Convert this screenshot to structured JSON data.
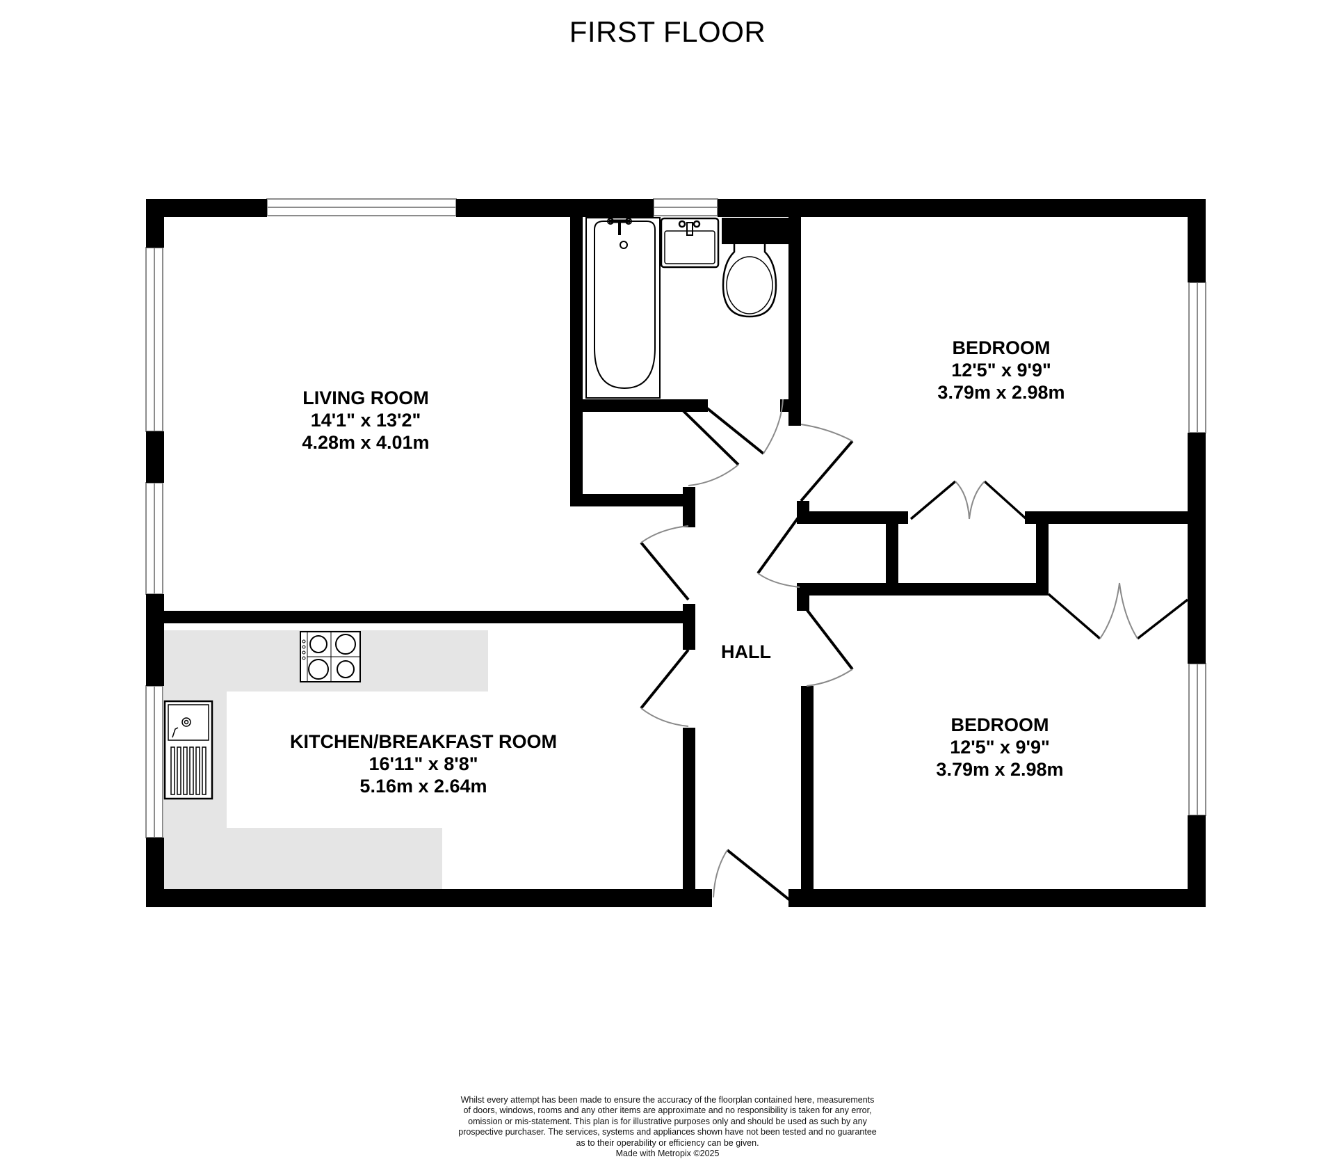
{
  "floor": {
    "title": "FIRST FLOOR"
  },
  "rooms": [
    {
      "id": "living-room",
      "name": "LIVING ROOM",
      "imperial": "14'1\"  x 13'2\"",
      "metric": "4.28m  x 4.01m"
    },
    {
      "id": "bedroom-1",
      "name": "BEDROOM",
      "imperial": "12'5\"  x 9'9\"",
      "metric": "3.79m  x 2.98m"
    },
    {
      "id": "kitchen",
      "name": "KITCHEN/BREAKFAST ROOM",
      "imperial": "16'11\"  x 8'8\"",
      "metric": "5.16m  x 2.64m"
    },
    {
      "id": "bedroom-2",
      "name": "BEDROOM",
      "imperial": "12'5\"  x 9'9\"",
      "metric": "3.79m  x 2.98m"
    },
    {
      "id": "hall",
      "name": "HALL"
    }
  ],
  "fixtures": {
    "bathroom": [
      "bath",
      "wash-basin",
      "toilet"
    ],
    "kitchen": [
      "hob-4-burner",
      "sink-with-drainer",
      "worktop"
    ]
  },
  "colors": {
    "wall": "#000000",
    "window_frame": "#8c8c8c",
    "worktop": "#e5e5e5",
    "door_arc": "#8a8a8a"
  },
  "disclaimer": {
    "lines": [
      "Whilst every attempt has been made to ensure the accuracy of the floorplan contained here, measurements",
      "of doors, windows, rooms and any other items are approximate and no responsibility is taken for any error,",
      "omission or mis-statement. This plan is for illustrative purposes only and should be used as such by any",
      "prospective purchaser. The services, systems and appliances shown have not been tested and no guarantee",
      "as to their operability or efficiency can be given."
    ],
    "credit": "Made with Metropix ©2025"
  }
}
